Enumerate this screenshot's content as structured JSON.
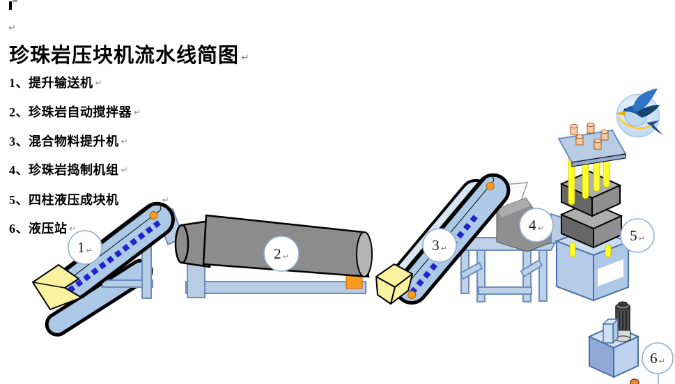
{
  "document": {
    "title": "珍珠岩压块机流水线简图",
    "paragraph_mark": "↵",
    "legend": [
      "1、提升输送机",
      "2、珍珠岩自动搅拌器",
      "3、混合物料提升机",
      "4、珍珠岩捣制机组",
      "5、四柱液压成块机",
      "6、液压站"
    ]
  },
  "diagram": {
    "machine_numbers": [
      "1",
      "2",
      "3",
      "4",
      "5",
      "6"
    ],
    "machines": [
      {
        "number": "1",
        "name": "提升输送机"
      },
      {
        "number": "2",
        "name": "珍珠岩自动搅拌器"
      },
      {
        "number": "3",
        "name": "混合物料提升机"
      },
      {
        "number": "4",
        "name": "珍珠岩捣制机组"
      },
      {
        "number": "5",
        "name": "四柱液压成块机"
      },
      {
        "number": "6",
        "name": "液压站"
      }
    ],
    "colors": {
      "machine_fill": "#B8CCE4",
      "machine_stroke": "#6C8EBF",
      "belt_fill": "#ADC9E8",
      "belt_dot_blue": "#1F24CC",
      "roller_orange": "#F99B1C",
      "drum_gray": "#8C8C8C",
      "hopper_yellow": "#FAF29E",
      "column_yellow": "#FFFF2B",
      "press_block_gray": "#6B6B6B",
      "cylinder_peach": "#F5C9A4",
      "logo_blue": "#2E76C5",
      "logo_yellow": "#F5B400"
    }
  }
}
